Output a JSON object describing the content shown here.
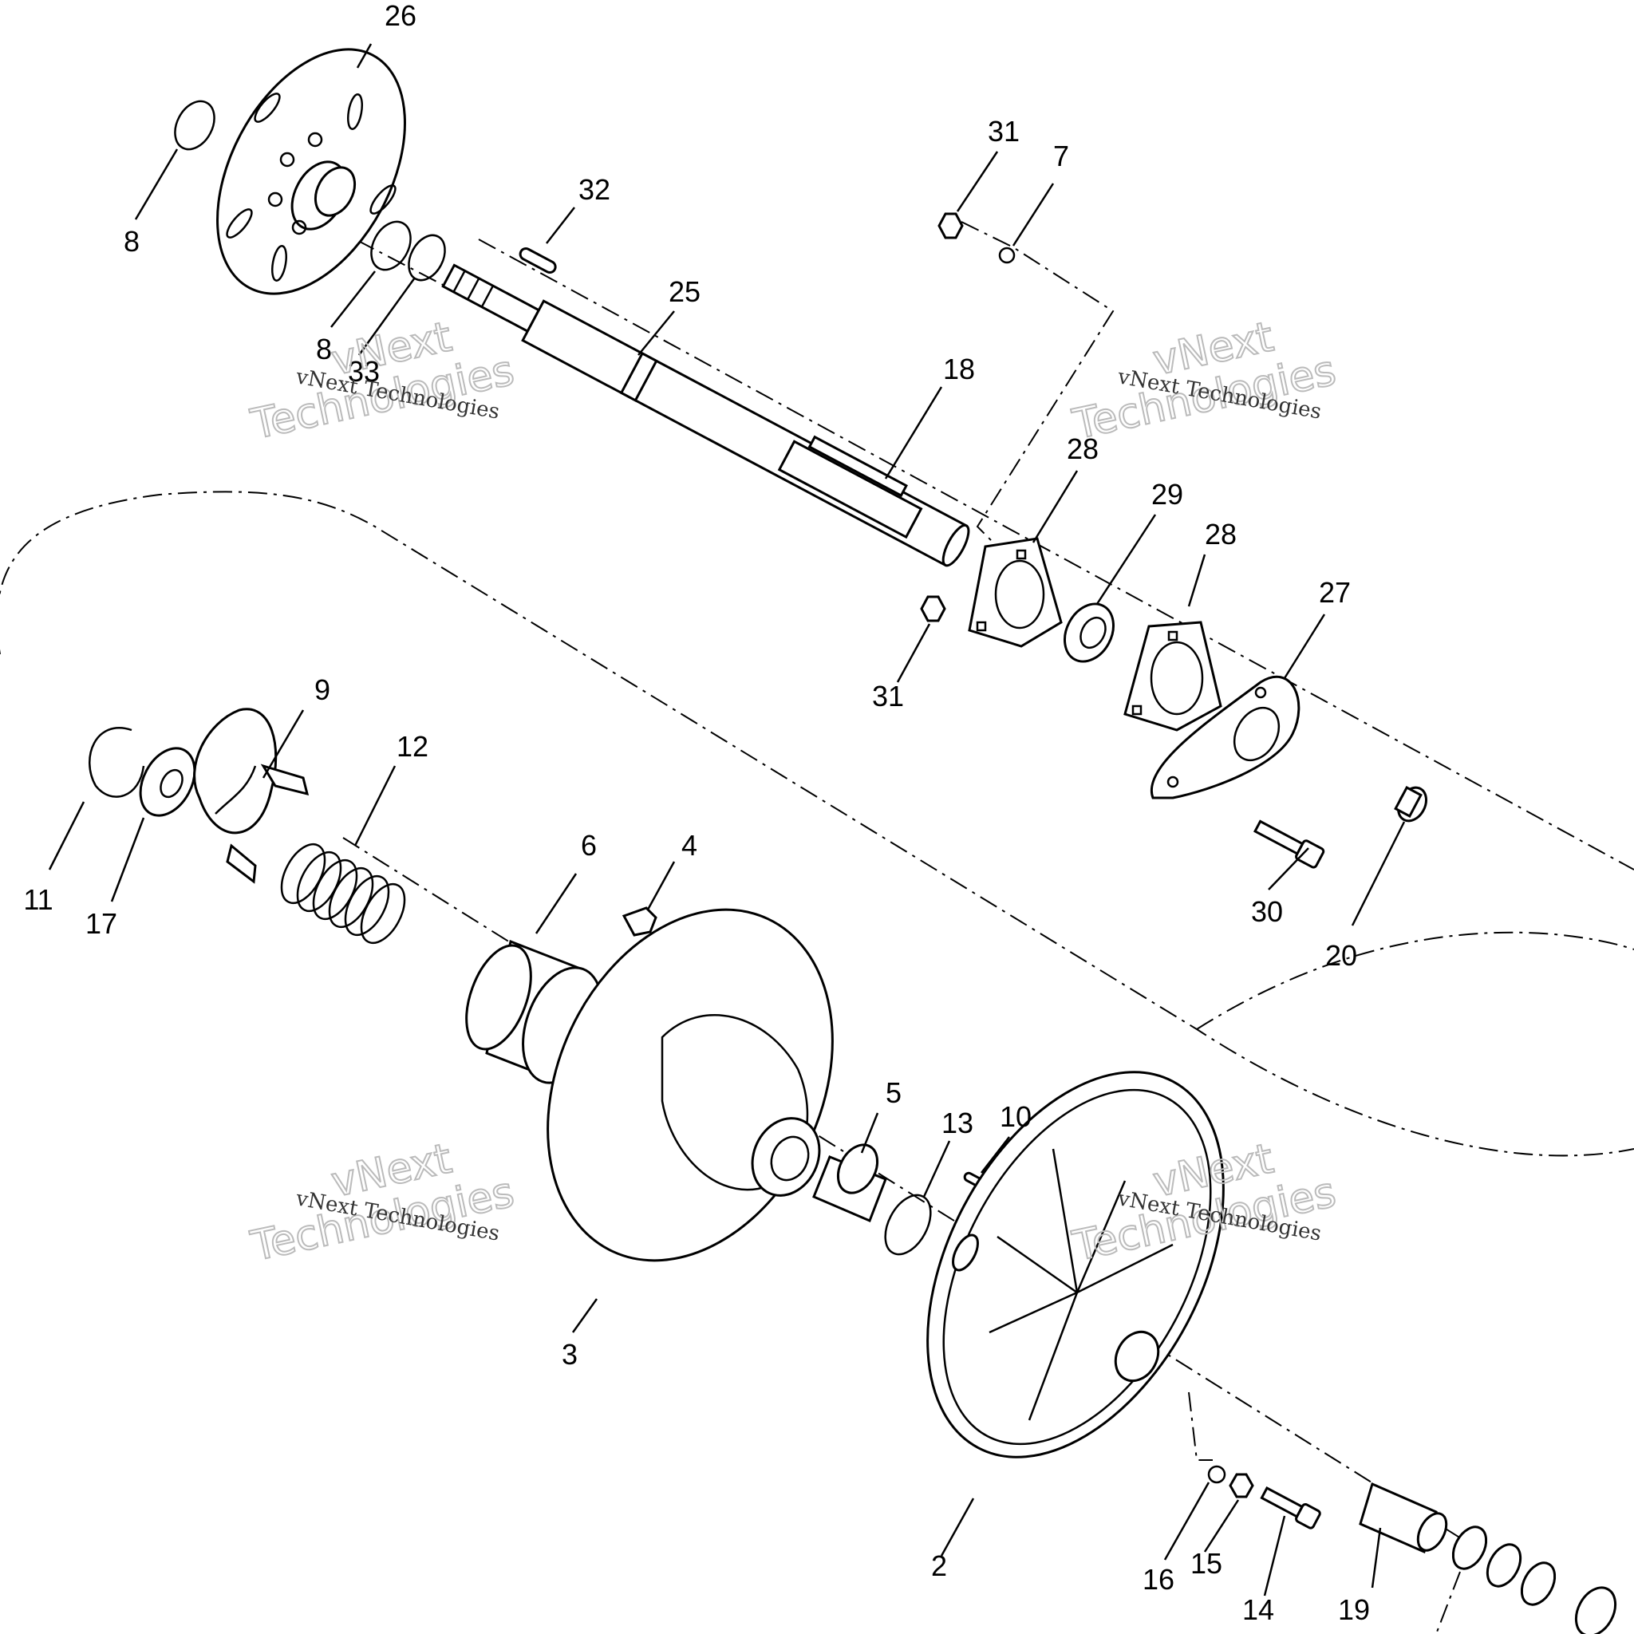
{
  "callouts": [
    {
      "id": "c26",
      "text": "26"
    },
    {
      "id": "c8a",
      "text": "8"
    },
    {
      "id": "c8b",
      "text": "8"
    },
    {
      "id": "c33",
      "text": "33"
    },
    {
      "id": "c32",
      "text": "32"
    },
    {
      "id": "c25",
      "text": "25"
    },
    {
      "id": "c18",
      "text": "18"
    },
    {
      "id": "c31a",
      "text": "31"
    },
    {
      "id": "c7",
      "text": "7"
    },
    {
      "id": "c28a",
      "text": "28"
    },
    {
      "id": "c29",
      "text": "29"
    },
    {
      "id": "c28b",
      "text": "28"
    },
    {
      "id": "c27",
      "text": "27"
    },
    {
      "id": "c31b",
      "text": "31"
    },
    {
      "id": "c30",
      "text": "30"
    },
    {
      "id": "c20",
      "text": "20"
    },
    {
      "id": "c9",
      "text": "9"
    },
    {
      "id": "c12",
      "text": "12"
    },
    {
      "id": "c11",
      "text": "11"
    },
    {
      "id": "c17",
      "text": "17"
    },
    {
      "id": "c6",
      "text": "6"
    },
    {
      "id": "c4",
      "text": "4"
    },
    {
      "id": "c5",
      "text": "5"
    },
    {
      "id": "c13",
      "text": "13"
    },
    {
      "id": "c10",
      "text": "10"
    },
    {
      "id": "c3",
      "text": "3"
    },
    {
      "id": "c2",
      "text": "2"
    },
    {
      "id": "c16",
      "text": "16"
    },
    {
      "id": "c15",
      "text": "15"
    },
    {
      "id": "c14",
      "text": "14"
    },
    {
      "id": "c19",
      "text": "19"
    }
  ],
  "watermarks": [
    {
      "small": "vNext Technologies",
      "big1": "vNext",
      "big2": "Technologies"
    },
    {
      "small": "vNext Technologies",
      "big1": "vNext",
      "big2": "Technologies"
    },
    {
      "small": "vNext Technologies",
      "big1": "vNext",
      "big2": "Technologies"
    },
    {
      "small": "vNext Technologies",
      "big1": "vNext",
      "big2": "Technologies"
    }
  ]
}
